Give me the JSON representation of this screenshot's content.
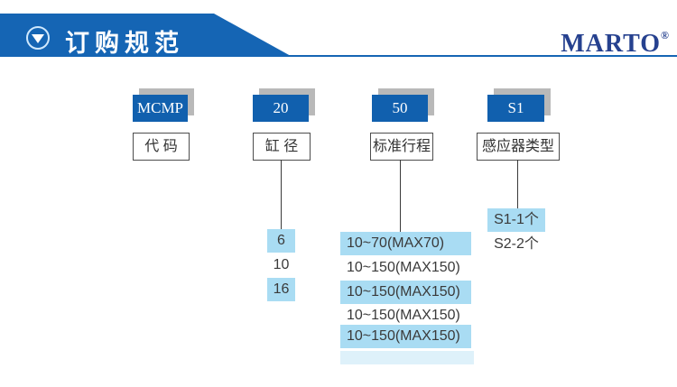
{
  "header": {
    "title": "订购规范",
    "brand": "MARTO",
    "reg_mark": "®",
    "icon": "triangle-down-circle-icon"
  },
  "colors": {
    "header_bar": "#1565b4",
    "code_box_blue": "#1160ae",
    "box_shadow_gray": "#b9b9b9",
    "option_highlight": "#a9dcf3",
    "brand_navy": "#26418f"
  },
  "order_code": {
    "segments": [
      {
        "code": "MCMP",
        "label": "代 码",
        "options": []
      },
      {
        "code": "20",
        "label": "缸 径",
        "options": [
          {
            "text": "6",
            "highlight": true
          },
          {
            "text": "10",
            "highlight": false
          },
          {
            "text": "16",
            "highlight": true
          }
        ]
      },
      {
        "code": "50",
        "label": "标准行程",
        "options": [
          {
            "text": "10~70(MAX70)",
            "highlight": true
          },
          {
            "text": "10~150(MAX150)",
            "highlight": false
          },
          {
            "text": "10~150(MAX150)",
            "highlight": true
          },
          {
            "text": "10~150(MAX150)",
            "highlight": false
          },
          {
            "text": "10~150(MAX150)",
            "highlight": true
          }
        ]
      },
      {
        "code": "S1",
        "label": "感应器类型",
        "options": [
          {
            "text": "S1-1个",
            "highlight": true
          },
          {
            "text": "S2-2个",
            "highlight": false
          }
        ]
      }
    ]
  }
}
